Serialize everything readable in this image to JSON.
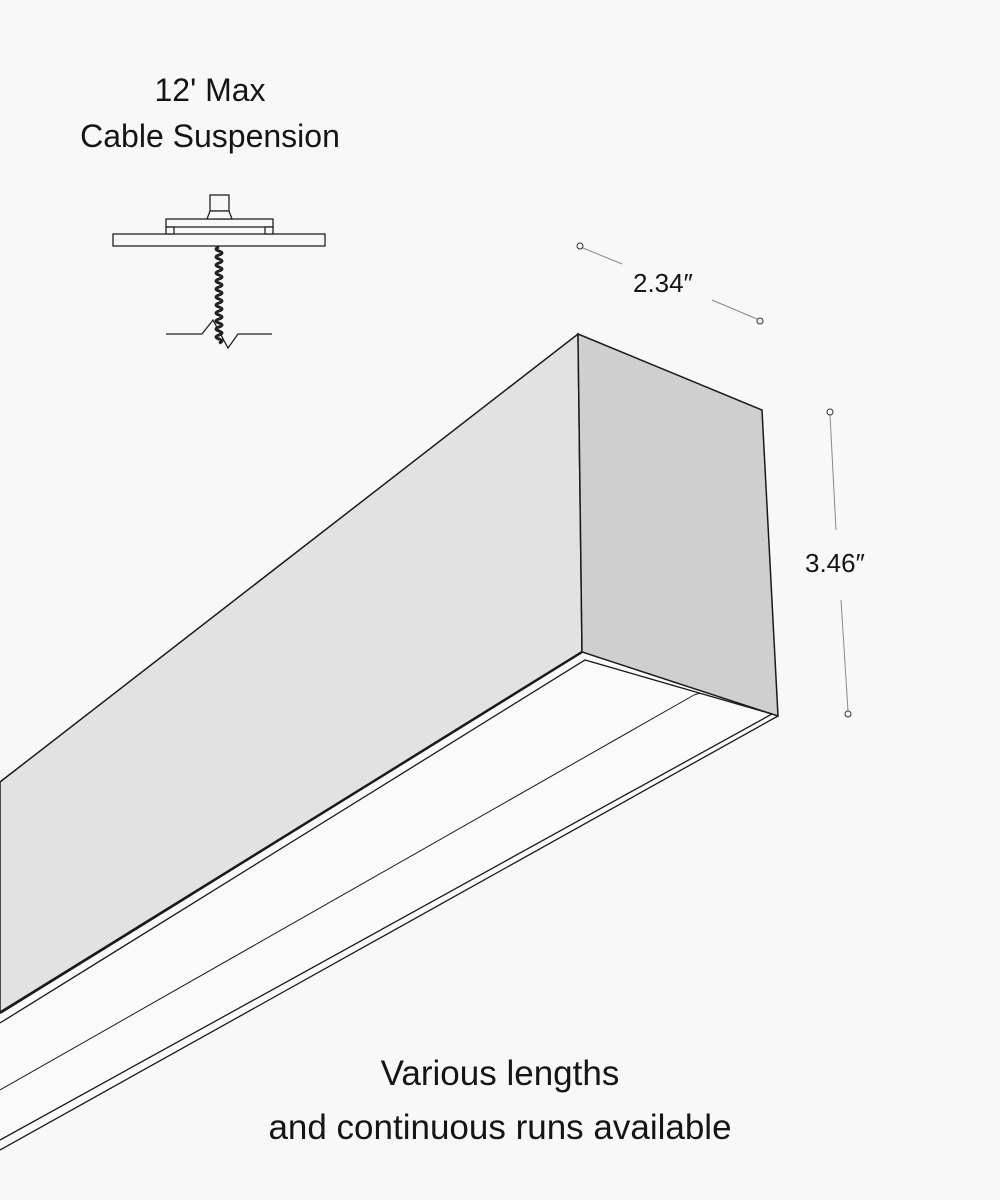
{
  "suspension": {
    "line1": "12' Max",
    "line2": "Cable Suspension"
  },
  "dimensions": {
    "width": "2.34″",
    "height": "3.46″"
  },
  "footer": {
    "line1": "Various lengths",
    "line2": "and continuous runs available"
  },
  "colors": {
    "background": "#f8f8f8",
    "side_face": "#e2e2e2",
    "end_face": "#cfcfcf",
    "diffuser": "#fafafa",
    "stroke": "#1a1a1a"
  }
}
